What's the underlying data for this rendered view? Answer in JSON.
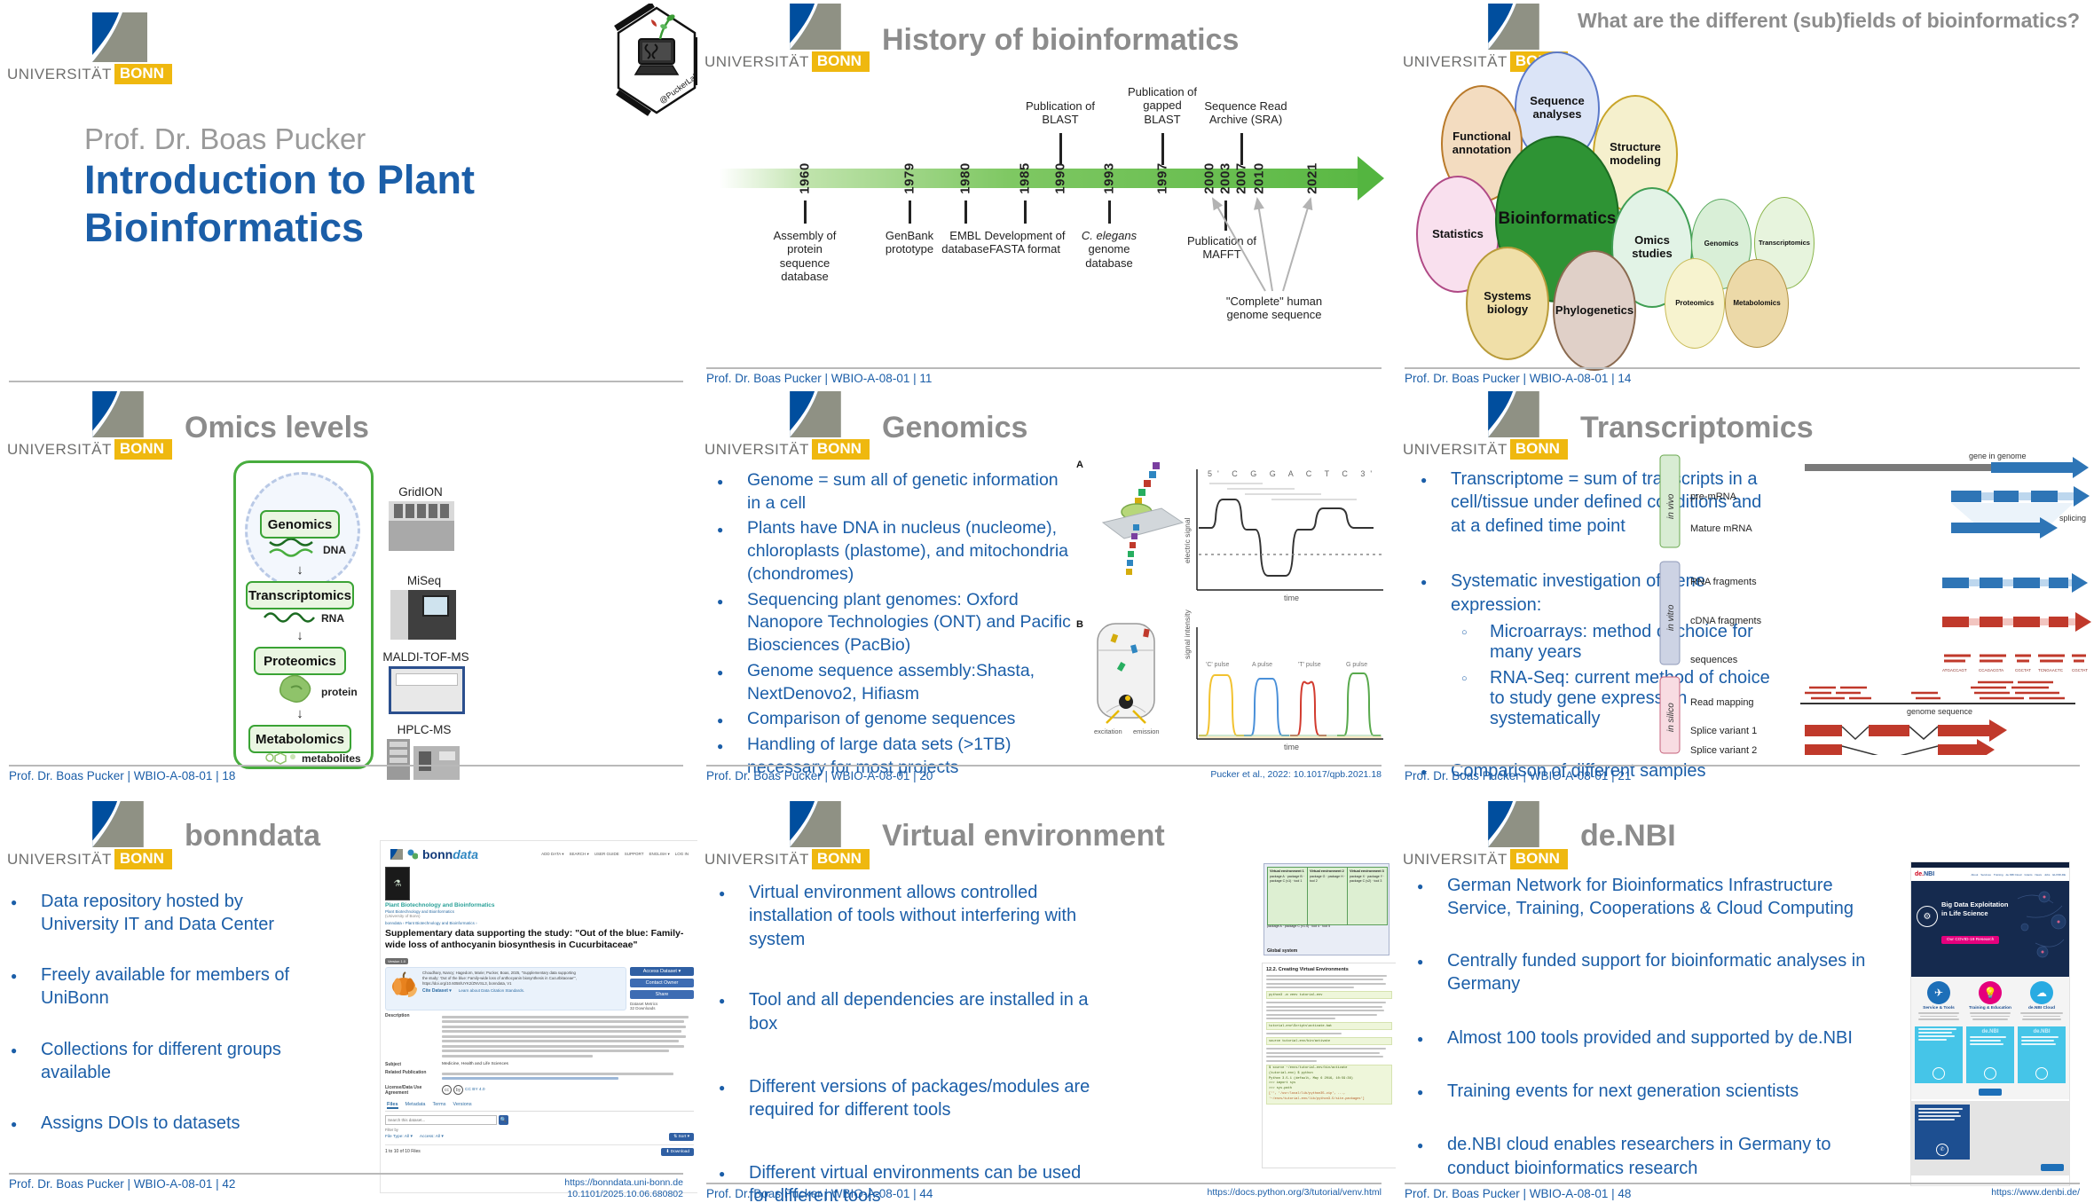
{
  "brand": {
    "universitaet": "UNIVERSITÄT",
    "bonn": "BONN",
    "puckerlab_handle": "@PuckerLab"
  },
  "colors": {
    "uni_blue": "#004e9e",
    "uni_gray": "#8f9184",
    "uni_gold": "#efb80f",
    "bullet_blue": "#1b5ea8",
    "title_gray": "#8c8c8c",
    "timeline_green": "#5ab844",
    "bioinformatics_green": "#2e9334",
    "denbi_pink": "#e5007d",
    "denbi_cyan": "#45c5e8"
  },
  "slides": {
    "title": {
      "author": "Prof. Dr. Boas Pucker",
      "line1": "Introduction to Plant",
      "line2": "Bioinformatics"
    },
    "history": {
      "title": "History of bioinformatics",
      "footer": "Prof. Dr. Boas Pucker | WBIO-A-08-01 | 11",
      "years": [
        "1960",
        "1979",
        "1980",
        "1985",
        "1990",
        "1993",
        "1997",
        "2000",
        "2003",
        "2007",
        "2010",
        "2021"
      ],
      "above": [
        "Publication of BLAST",
        "Publication of gapped BLAST",
        "Sequence Read Archive (SRA)"
      ],
      "below": [
        "Assembly of protein sequence database",
        "GenBank prototype",
        "EMBL database",
        "Development of FASTA format"
      ],
      "celegans_italic": "C. elegans",
      "celegans_rest": "genome database",
      "mafft": "Publication of MAFFT",
      "complete": "\"Complete\" human genome sequence"
    },
    "subfields": {
      "title": "What are the different (sub)fields of bioinformatics?",
      "footer": "Prof. Dr. Boas Pucker | WBIO-A-08-01 | 14",
      "center": "Bioinformatics",
      "bubbles": {
        "seq": "Sequence analyses",
        "func": "Functional annotation",
        "struct": "Structure modeling",
        "stats": "Statistics",
        "omics": "Omics studies",
        "genomics": "Genomics",
        "transcriptomics": "Transcriptomics",
        "systems": "Systems biology",
        "phylo": "Phylogenetics",
        "proteomics": "Proteomics",
        "metabolomics": "Metabolomics"
      }
    },
    "omics": {
      "title": "Omics levels",
      "footer": "Prof. Dr. Boas Pucker | WBIO-A-08-01 | 18",
      "boxes": [
        "Genomics",
        "Transcriptomics",
        "Proteomics",
        "Metabolomics"
      ],
      "mols": [
        "DNA",
        "RNA",
        "protein",
        "metabolites"
      ],
      "devices": [
        "GridION",
        "MiSeq",
        "MALDI-TOF-MS",
        "HPLC-MS"
      ]
    },
    "genomics": {
      "title": "Genomics",
      "footer": "Prof. Dr. Boas Pucker | WBIO-A-08-01 | 20",
      "cite": "Pucker et al., 2022: 10.1017/qpb.2021.18",
      "bullets": [
        "Genome = sum all of genetic information in a cell",
        "Plants have DNA in nucleus (nucleome), chloroplasts (plastome), and mitochondria (chondromes)",
        "Sequencing plant genomes: Oxford Nanopore Technologies (ONT) and Pacific Biosciences (PacBio)",
        "Genome sequence assembly:Shasta, NextDenovo2, Hifiasm",
        "Comparison of genome sequences",
        "Handling of large data sets (>1TB) necessary for most projects"
      ],
      "fig": {
        "a": "A",
        "b": "B",
        "ylabel_a": "electric signal",
        "ylabel_b": "signal intensity",
        "xlabel": "time",
        "bases": "5'  C   G   G   A   C   T   C  3'",
        "pulses": [
          "'C' pulse",
          "A pulse",
          "'T' pulse",
          "G pulse"
        ],
        "excitation": "excitation",
        "emission": "emission"
      }
    },
    "transcriptomics": {
      "title": "Transcriptomics",
      "footer": "Prof. Dr. Boas Pucker | WBIO-A-08-01 | 21",
      "bullets": [
        "Transcriptome = sum of transcripts in a cell/tissue under defined conditions and at a defined time point",
        "Systematic investigation of gene expression:",
        "Comparison of different samples (tissues, conditions, genotypes, ....)"
      ],
      "subs": [
        "Microarrays: method of choice for many years",
        "RNA-Seq: current method of choice to study gene expression systematically"
      ],
      "diagram": {
        "invivo": "in vivo",
        "invitro": "in vitro",
        "insilico": "in silico",
        "gene": "gene in genome",
        "pre": "pre-mRNA",
        "mature": "Mature mRNA",
        "splicing": "splicing",
        "rnafrag": "RNA fragments",
        "cdna": "cDNA fragments",
        "seqs": "sequences",
        "read": "Read mapping",
        "genomeseq": "genome sequence",
        "sv1": "Splice variant 1",
        "sv2": "Splice variant 2",
        "seq_labels": [
          "ATGACCAGT",
          "CCAGACGTA",
          "CGCTAT",
          "TCNGAACTC",
          "CGCTAT"
        ]
      }
    },
    "bonndata": {
      "title": "bonndata",
      "footer": "Prof. Dr. Boas Pucker | WBIO-A-08-01 | 42",
      "footer_url1": "https://bonndata.uni-bonn.de",
      "footer_url2": "10.1101/2025.10.06.680802",
      "bullets": [
        "Data repository hosted by University IT and Data Center",
        "Freely available for members of UniBonn",
        "Collections for different groups available",
        "Assigns DOIs to datasets"
      ],
      "site": {
        "wordmark_a": "bonn",
        "wordmark_b": "data",
        "nav": [
          "ADD DATA ▾",
          "SEARCH ▾",
          "USER GUIDE",
          "SUPPORT",
          "ENGLISH ▾",
          "LOG IN"
        ],
        "group": "Plant Biotechnology and Bioinformatics",
        "group2": "Plant Biotechnology and Bioinformatics",
        "affiliation": "(University of Bonn)",
        "breadcrumb": "bonndata  ›  Plant Biotechnology and Bioinformatics  ›",
        "headline": "Supplementary data supporting the study: \"Out of the blue: Family-wide loss of anthocyanin biosynthesis in Cucurbitaceae\"",
        "version": "Version 1.0",
        "citation": "Choudhary, Nancy; Hagedorn, Marie; Pucker, Boas, 2025, \"Supplementary data supporting the study: 'Out of the blue: Family-wide loss of anthocyanin biosynthesis in Cucurbitaceae'\", https://doi.org/10.6058/UYK2/ZNVSL3, bonndata, V1",
        "cite_btn": "Cite Dataset ▾",
        "cite_learn": "Learn about Data Citation Standards.",
        "buttons": [
          "Access Dataset ▾",
          "Contact Owner",
          "Share"
        ],
        "metrics": "Dataset Metrics",
        "downloads": "32 Downloads",
        "desc_label": "Description",
        "subject_label": "Subject",
        "subject_value": "Medicine, Health and Life Sciences",
        "related_label": "Related Publication",
        "license_label": "License/Data Use Agreement",
        "license_value": "CC BY 4.0",
        "tabs": [
          "Files",
          "Metadata",
          "Terms",
          "Versions"
        ],
        "search_placeholder": "Search this dataset...",
        "filter_by": "Filter by",
        "file_type": "File Type: All ▾",
        "access": "Access: All ▾",
        "sort": "⇅ Sort ▾",
        "files_count": "1 to 10 of 10 Files",
        "download": "⬇ Download"
      }
    },
    "venv": {
      "title": "Virtual environment",
      "footer": "Prof. Dr. Boas Pucker | WBIO-A-08-01 | 44",
      "footer_url": "https://docs.python.org/3/tutorial/venv.html",
      "bullets": [
        "Virtual environment allows controlled installation of tools without interfering with system",
        "Tool and all dependencies are installed in a box",
        "Different versions of packages/modules are required for different tools",
        "Different virtual environments can be used for different tools"
      ],
      "env1_title": "Virtual environment 1",
      "env1_items": "package A · package B · package C (v1) · tool 1",
      "env2_title": "Virtual environment 2",
      "env2_items": "package G · package H · tool 2",
      "env3_title": "Virtual environment 3",
      "env3_items": "package X · package Y · package C (v2) · tool 3",
      "global_items": "package A · package C (v1.5) · tool 4 · tool 5",
      "global_label": "Global system",
      "docs_heading": "12.2. Creating Virtual Environments",
      "code1": "python3 -m venv tutorial-env",
      "code2": "tutorial-env\\Scripts\\activate.bat",
      "code3": "source tutorial-env/bin/activate",
      "code4_l1": "$ source ~/envs/tutorial-env/bin/activate",
      "code4_l2": "(tutorial-env) $ python",
      "code4_l3": "Python 3.5.1 (default, May 6 2016, 10:59:36)",
      "code4_l4": ">>> import sys",
      "code4_l5": ">>> sys.path",
      "code4_l6": "['', '/usr/local/lib/python35.zip', ...,",
      "code4_l7": "'~/envs/tutorial-env/lib/python3.5/site-packages']"
    },
    "denbi": {
      "title": "de.NBI",
      "footer": "Prof. Dr. Boas Pucker | WBIO-A-08-01 | 48",
      "footer_url": "https://www.denbi.de/",
      "bullets": [
        "German Network for Bioinformatics Infrastructure Service, Training, Cooperations & Cloud Computing",
        "Centrally funded support for bioinformatic analyses in Germany",
        "Almost 100 tools provided and supported by de.NBI",
        "Training events for next generation scientists",
        "de.NBI cloud enables researchers in Germany to conduct bioinformatics research"
      ],
      "site": {
        "logo_a": "de.",
        "logo_b": "NBI",
        "nav": [
          "About",
          "Services",
          "Training",
          "de.NBI Cloud",
          "Grants",
          "News",
          "Jobs",
          "ELIXIR-DE"
        ],
        "hero_title": "Big Data Exploitation in Life Science",
        "hero_btn": "Our COVID-19 Research",
        "col1": "Service & Tools",
        "col2": "Training & Education",
        "col3": "de.NBI Cloud"
      }
    }
  }
}
